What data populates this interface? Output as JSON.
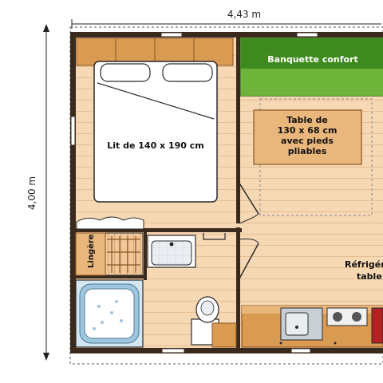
{
  "dimensions": {
    "width_label": "4,43 m",
    "height_label": "4,00 m"
  },
  "rooms": {
    "bed_label": "Lit de 140 x 190 cm",
    "sofa_label": "Banquette confort",
    "table_lines": [
      "Table de",
      "130 x 68 cm",
      "avec pieds",
      "pliables"
    ],
    "linen_label": "Lingère",
    "fridge_lines": [
      "Réfrigér",
      "table"
    ]
  },
  "colors": {
    "floor": "#f6d8b4",
    "floor_line": "#e6bf92",
    "wall": "#3a2a1e",
    "sofa_green": "#6fb43a",
    "sofa_dark": "#3f8a1e",
    "bed_wood": "#d99a52",
    "table_wood": "#e9b77c",
    "shower_blue": "#9ec7df"
  }
}
